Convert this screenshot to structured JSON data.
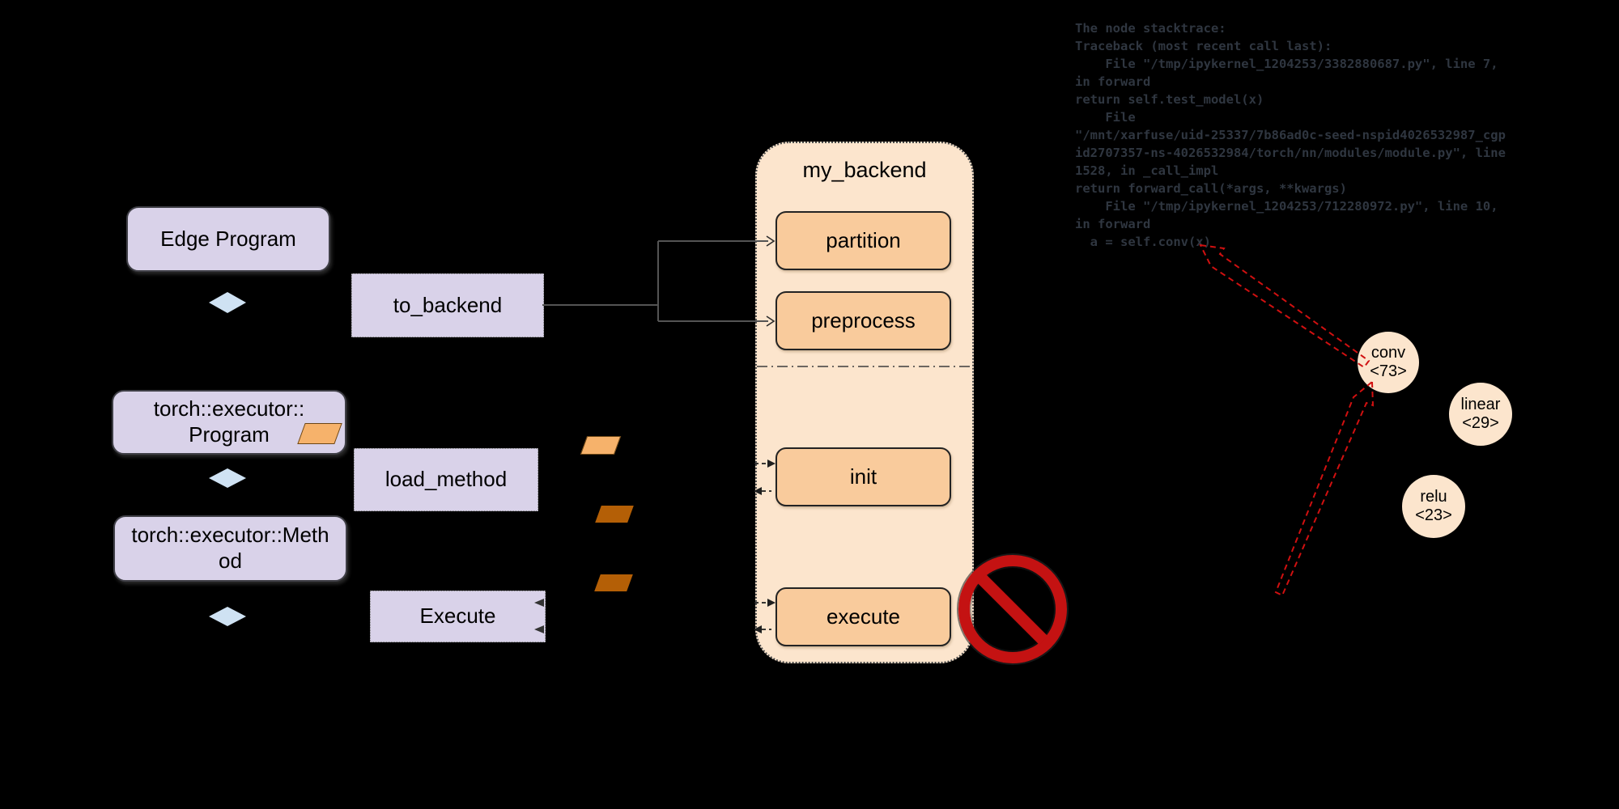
{
  "flow": {
    "edge_program_label": "Edge Program",
    "to_backend_label": "to_backend",
    "program_line1": "torch::executor::",
    "program_line2": "Program",
    "load_method_label": "load_method",
    "method_line1": "torch::executor::Meth",
    "method_line2": "od",
    "execute_label": "Execute"
  },
  "backend": {
    "title": "my_backend",
    "partition_label": "partition",
    "preprocess_label": "preprocess",
    "init_label": "init",
    "execute_label": "execute"
  },
  "nodes": {
    "conv": {
      "label": "conv",
      "id": "<73>"
    },
    "linear": {
      "label": "linear",
      "id": "<29>"
    },
    "relu": {
      "label": "relu",
      "id": "<23>"
    }
  },
  "stacktrace": {
    "lines": [
      "The node stacktrace:",
      "Traceback (most recent call last):",
      "    File \"/tmp/ipykernel_1204253/3382880687.py\", line 7,",
      "in forward",
      "return self.test_model(x)",
      "    File",
      "\"/mnt/xarfuse/uid-25337/7b86ad0c-seed-nspid4026532987_cgp",
      "id2707357-ns-4026532984/torch/nn/modules/module.py\", line",
      "1528, in _call_impl",
      "return forward_call(*args, **kwargs)",
      "    File \"/tmp/ipykernel_1204253/712280972.py\", line 10,",
      "in forward",
      "  a = self.conv(x)"
    ]
  },
  "colors": {
    "background": "#000000",
    "lavender": "#d9d2e9",
    "light_blue": "#cfe2f3",
    "cream": "#fce5cd",
    "light_orange": "#f9cb9c",
    "orange": "#f6b26b",
    "dark_orange": "#b45f06",
    "red_sign": "#c41212",
    "red_arrow": "#d01010",
    "trace_text": "#2f3640"
  }
}
